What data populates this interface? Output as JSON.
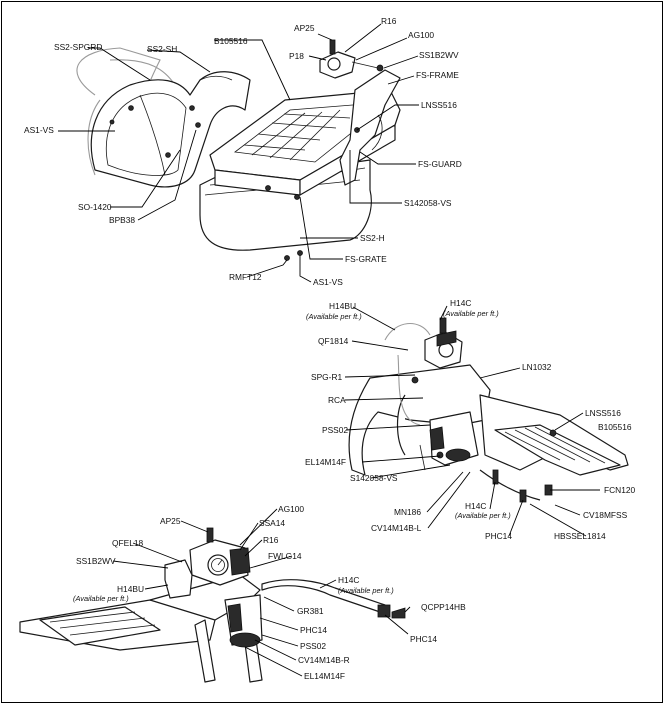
{
  "top_labels": {
    "ap25": "AP25",
    "r16": "R16",
    "ag100": "AG100",
    "p18": "P18",
    "ss1b2wv": "SS1B2WV",
    "b105516": "B105516",
    "fs_frame": "FS-FRAME",
    "ss2_spgrd": "SS2-SPGRD",
    "ss2_sh": "SS2-SH",
    "lnss516": "LNSS516",
    "as1_vs_left": "AS1-VS",
    "fs_guard": "FS-GUARD",
    "s142058_vs": "S142058-VS",
    "so_1420": "SO-1420",
    "bpb38": "BPB38",
    "ss2_h": "SS2-H",
    "fs_grate": "FS-GRATE",
    "rmft12": "RMFT12",
    "as1_vs_bottom": "AS1-VS"
  },
  "right_labels": {
    "h14bu": "H14BU",
    "h14bu_note": "(Available per ft.)",
    "h14c": "H14C",
    "h14c_note": "(Available per ft.)",
    "qf1814": "QF1814",
    "spg_r1": "SPG-R1",
    "ln1032": "LN1032",
    "rca": "RCA",
    "lnss516": "LNSS516",
    "b105516": "B105516",
    "pss02": "PSS02",
    "el14m14f": "EL14M14F",
    "s142058_vs": "S142058-VS",
    "fcn120": "FCN120",
    "mn186": "MN186",
    "h14c_low": "H14C",
    "h14c_low_note": "(Available per ft.)",
    "cv18mfss": "CV18MFSS",
    "cv14m14b_l": "CV14M14B-L",
    "phc14": "PHC14",
    "hbssel1814": "HBSSEL1814"
  },
  "bottom_labels": {
    "ag100": "AG100",
    "ap25": "AP25",
    "ssa14": "SSA14",
    "qfel18": "QFEL18",
    "r16": "R16",
    "ss1b2wv": "SS1B2WV",
    "fwlg14": "FWLG14",
    "h14bu": "H14BU",
    "h14bu_note": "(Available per ft.)",
    "h14c": "H14C",
    "h14c_note": "(Available per ft.)",
    "qcpp14hb": "QCPP14HB",
    "gr381": "GR381",
    "phc14": "PHC14",
    "phc14_right": "PHC14",
    "pss02": "PSS02",
    "cv14m14b_r": "CV14M14B-R",
    "el14m14f": "EL14M14F"
  }
}
